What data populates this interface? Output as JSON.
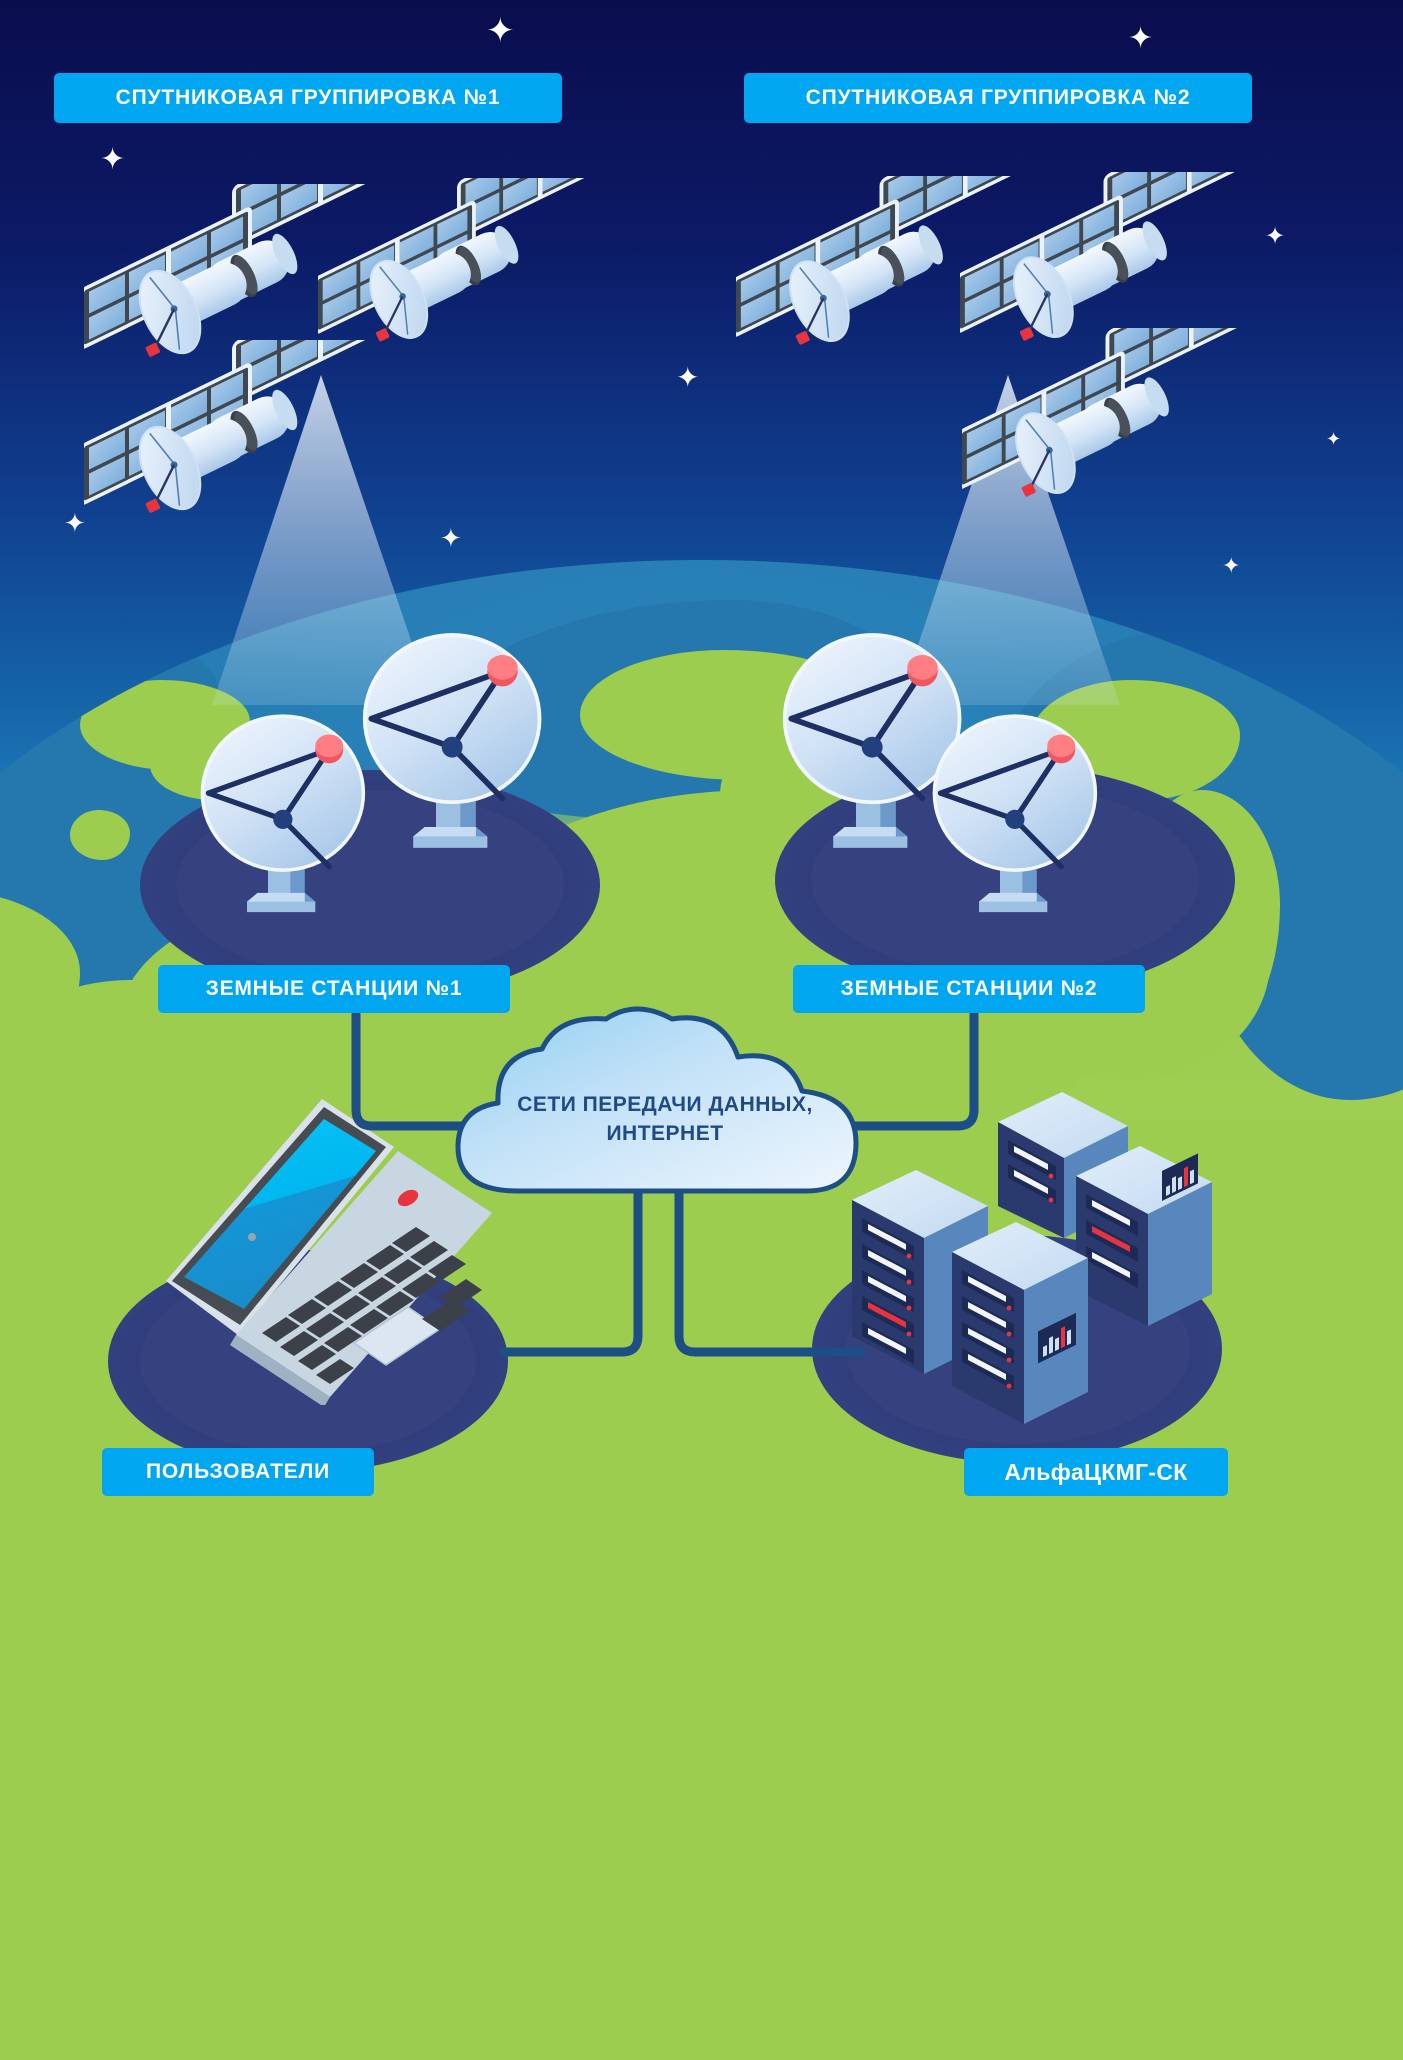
{
  "diagram": {
    "title": "Satellite communication system architecture",
    "colors": {
      "badge_bg": "#00a6f0",
      "badge_text": "#ffffff",
      "sky_top": "#0a0d4d",
      "sky_bottom": "#1f7fba",
      "land": "#9ccd4f",
      "ocean": "#2478ae",
      "connector": "#1d4f86",
      "cloud_fill": "#cfe4f7",
      "cloud_text": "#204a86",
      "shadow": "#2c3a77",
      "dish_face": "#dbe8f8",
      "dish_strut": "#1d2f63",
      "feed_red": "#f0565e",
      "server_top": "#cfe3f5",
      "server_front": "#2b3a6e",
      "server_side": "#5887bd",
      "laptop_screen": "#00b7ef",
      "beam": "#deeefa"
    },
    "badges": {
      "constellation_1": "СПУТНИКОВАЯ ГРУППИРОВКА №1",
      "constellation_2": "СПУТНИКОВАЯ ГРУППИРОВКА №2",
      "ground_stations_1": "ЗЕМНЫЕ СТАНЦИИ №1",
      "ground_stations_2": "ЗЕМНЫЕ СТАНЦИИ №2",
      "users": "ПОЛЬЗОВАТЕЛИ",
      "datacenter": "АльфаЦКМГ-СК"
    },
    "cloud": {
      "line1": "СЕТИ ПЕРЕДАЧИ ДАННЫХ,",
      "line2": "ИНТЕРНЕТ"
    },
    "counts": {
      "satellites_group_1": 3,
      "satellites_group_2": 3,
      "dishes_group_1": 2,
      "dishes_group_2": 2,
      "server_racks": 4,
      "stars": 9
    },
    "icons": {
      "satellite": "satellite-icon",
      "parabolic_dish": "parabolic-dish-icon",
      "cloud": "cloud-icon",
      "laptop": "laptop-icon",
      "server_rack": "server-rack-icon",
      "star": "star-icon",
      "beam": "signal-beam-icon",
      "earth": "earth-globe-icon"
    }
  }
}
